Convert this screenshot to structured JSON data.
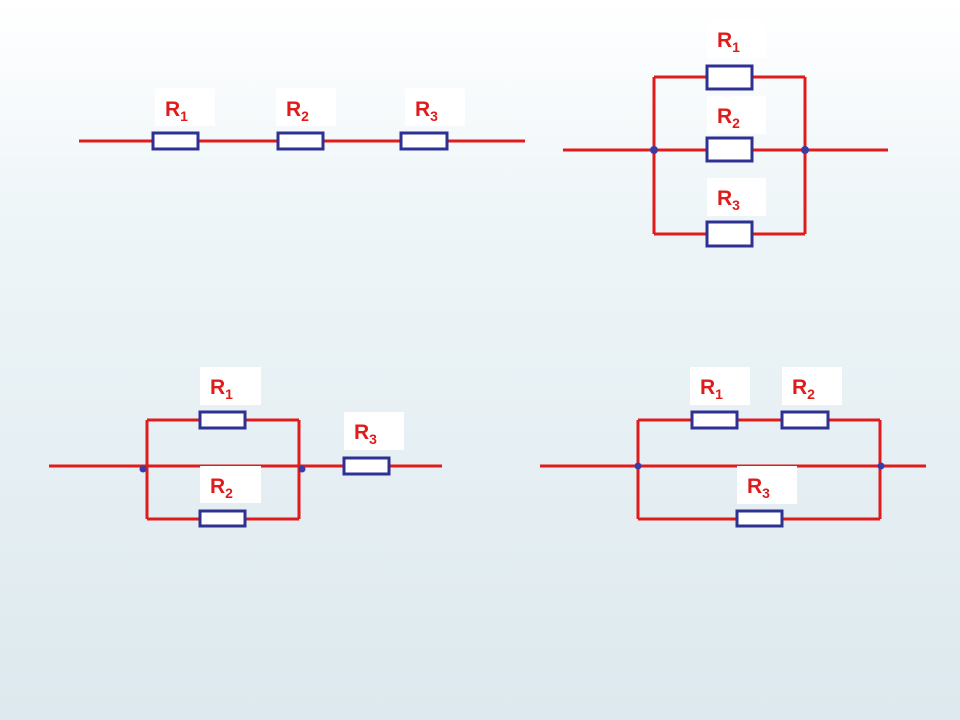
{
  "colors": {
    "wire": "#e01b1b",
    "resistor": "#2e3192",
    "junction": "#3a3aa8",
    "label": "#e01b1b"
  },
  "circuits": {
    "series": {
      "r1": {
        "main": "R",
        "sub": "1"
      },
      "r2": {
        "main": "R",
        "sub": "2"
      },
      "r3": {
        "main": "R",
        "sub": "3"
      }
    },
    "parallel": {
      "r1": {
        "main": "R",
        "sub": "1"
      },
      "r2": {
        "main": "R",
        "sub": "2"
      },
      "r3": {
        "main": "R",
        "sub": "3"
      }
    },
    "mixed_parallel_then_series": {
      "r1": {
        "main": "R",
        "sub": "1"
      },
      "r2": {
        "main": "R",
        "sub": "2"
      },
      "r3": {
        "main": "R",
        "sub": "3"
      }
    },
    "mixed_series_branch_parallel": {
      "r1": {
        "main": "R",
        "sub": "1"
      },
      "r2": {
        "main": "R",
        "sub": "2"
      },
      "r3": {
        "main": "R",
        "sub": "3"
      }
    }
  }
}
